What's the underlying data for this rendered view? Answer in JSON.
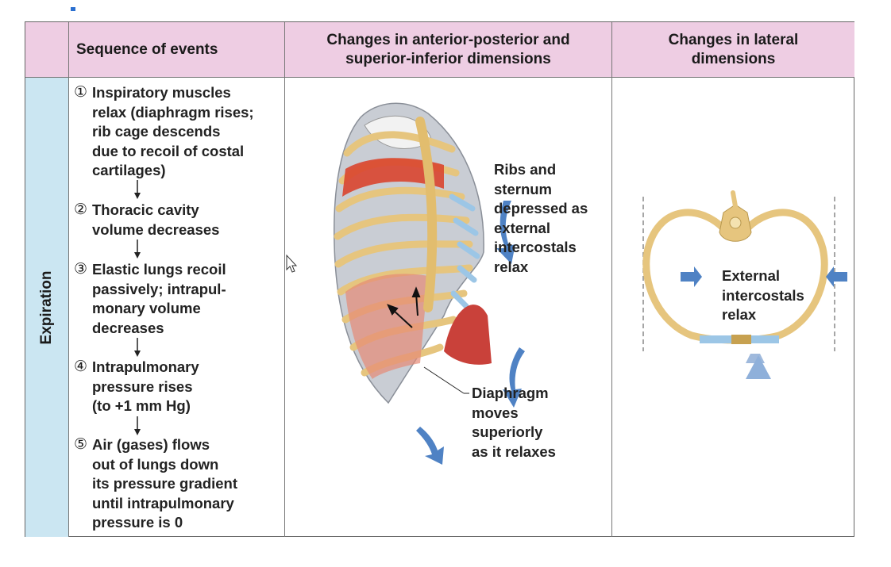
{
  "header": {
    "sequence": "Sequence of events",
    "ap_si": "Changes in anterior-posterior and\nsuperior-inferior dimensions",
    "lateral": "Changes in lateral\ndimensions"
  },
  "phase_label": "Expiration",
  "steps": [
    {
      "num": "①",
      "text": "Inspiratory muscles\nrelax (diaphragm rises;\nrib cage descends\ndue to recoil of costal\ncartilages)"
    },
    {
      "num": "②",
      "text": "Thoracic cavity\nvolume decreases"
    },
    {
      "num": "③",
      "text": "Elastic lungs recoil\npassively; intrapul-\nmonary volume\ndecreases"
    },
    {
      "num": "④",
      "text": "Intrapulmonary\npressure rises\n(to +1 mm Hg)"
    },
    {
      "num": "⑤",
      "text": "Air (gases) flows\nout of lungs down\nits pressure gradient\nuntil intrapulmonary\npressure is 0"
    }
  ],
  "ap_labels": {
    "ribs": "Ribs and\nsternum\ndepressed as\nexternal\nintercostals\nrelax",
    "diaphragm": "Diaphragm\nmoves\nsuperiorly\nas it relaxes"
  },
  "lateral_label": "External\nintercostals\nrelax",
  "colors": {
    "header_bg": "#eecde3",
    "side_bg": "#cbe6f2",
    "bone": "#e6c57e",
    "muscle": "#d9452f",
    "cartilage": "#9cc6e6",
    "arrow_blue": "#4f82c4"
  },
  "icons": [
    "mouse-cursor-icon",
    "down-arrow-icon",
    "inward-arrow-icon",
    "up-arrow-icon"
  ]
}
